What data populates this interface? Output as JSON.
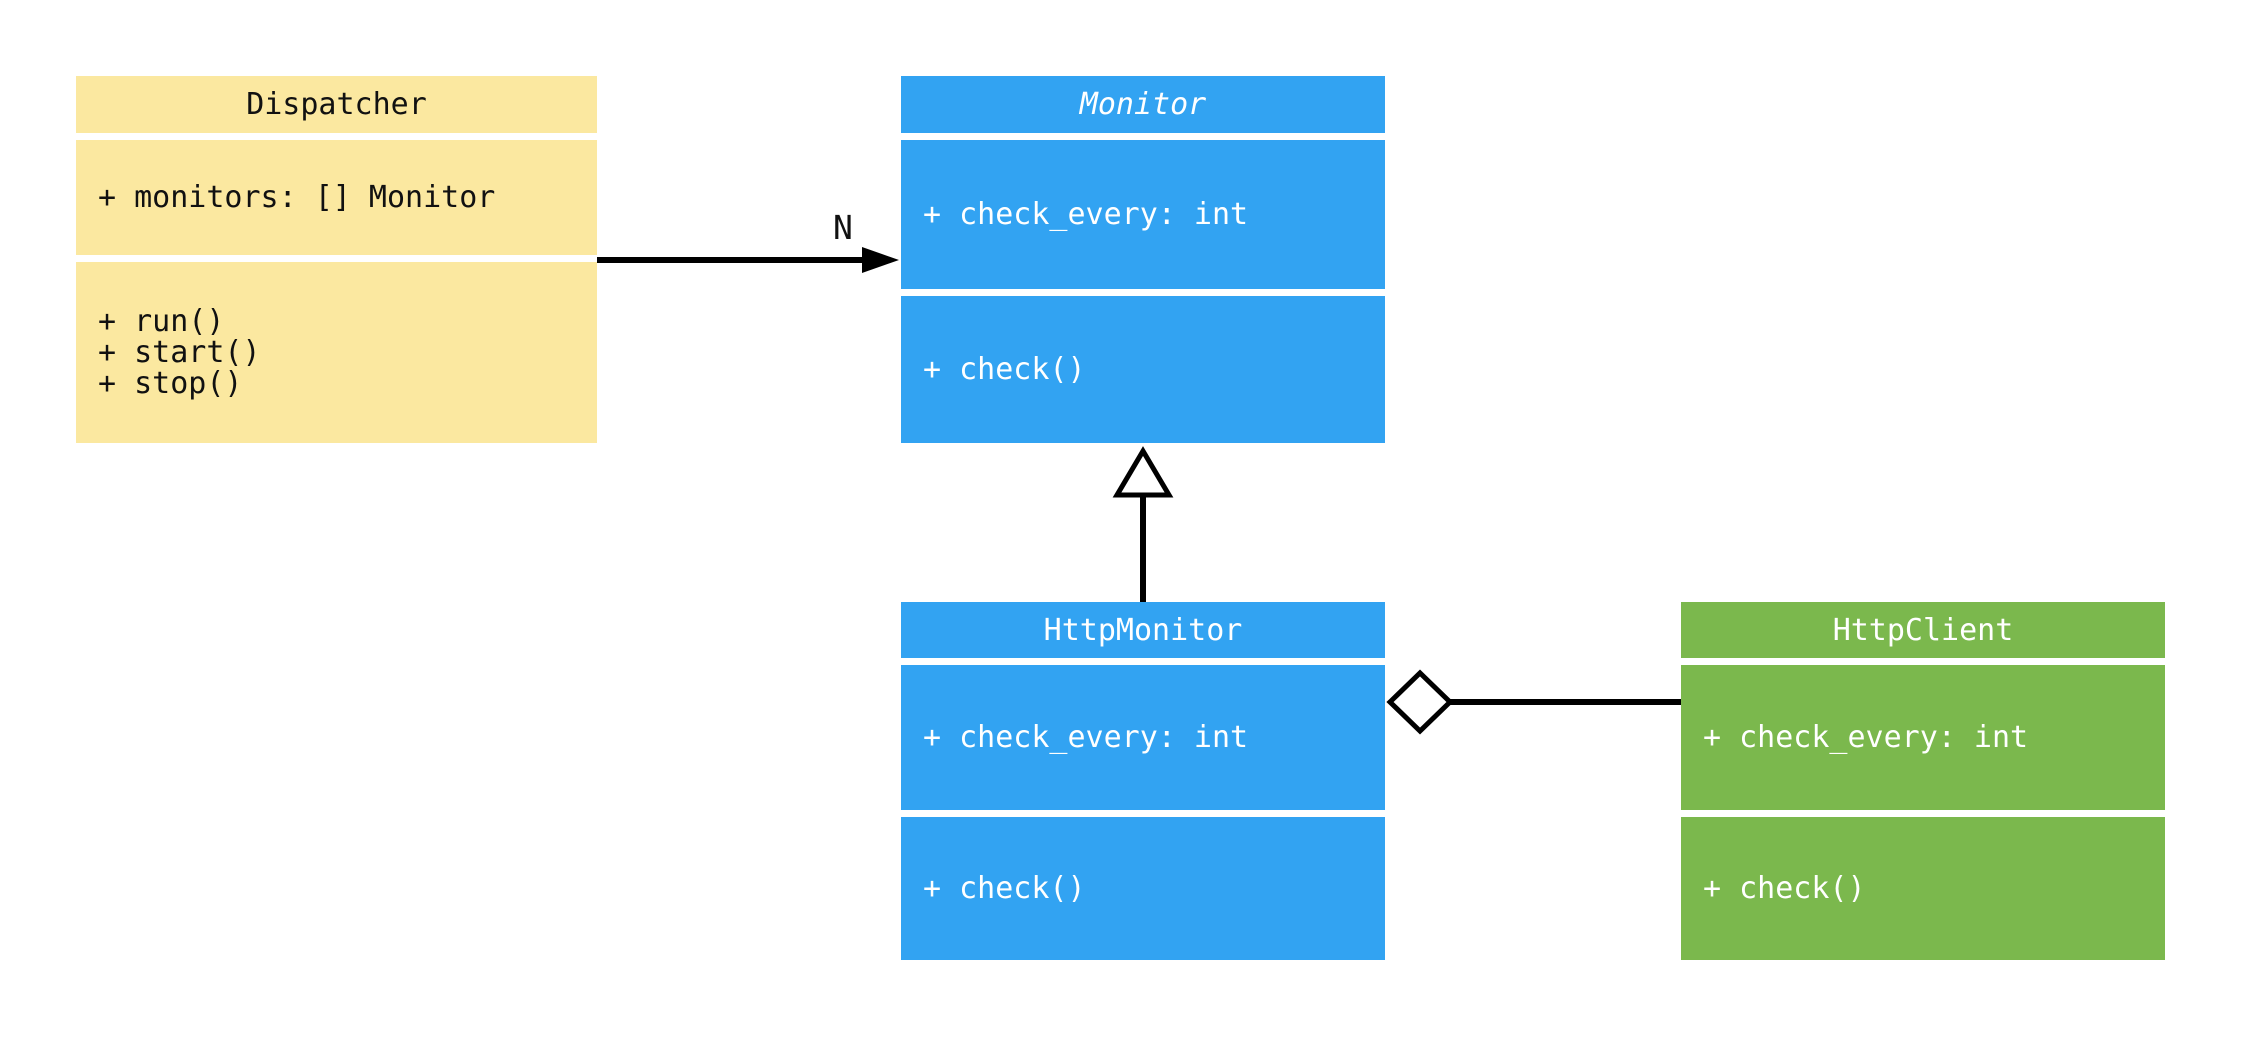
{
  "diagram": {
    "type": "uml-class-diagram",
    "background_color": "#ffffff",
    "colors": {
      "dispatcher_fill": "#FBE8A0",
      "monitor_fill": "#32A3F2",
      "http_monitor_fill": "#32A3F2",
      "http_client_fill": "#7BB84D",
      "dark_text": "#111111",
      "light_text": "#ffffff",
      "connector": "#000000"
    },
    "classes": [
      {
        "name": "Dispatcher",
        "abstract": false,
        "fill": "#FBE8A0",
        "attributes": [
          "+ monitors: [] Monitor"
        ],
        "methods": [
          "+ run()",
          "+ start()",
          "+ stop()"
        ]
      },
      {
        "name": "Monitor",
        "abstract": true,
        "fill": "#32A3F2",
        "attributes": [
          "+ check_every: int"
        ],
        "methods": [
          "+ check()"
        ]
      },
      {
        "name": "HttpMonitor",
        "abstract": false,
        "fill": "#32A3F2",
        "attributes": [
          "+ check_every: int"
        ],
        "methods": [
          "+ check()"
        ]
      },
      {
        "name": "HttpClient",
        "abstract": false,
        "fill": "#7BB84D",
        "attributes": [
          "+ check_every: int"
        ],
        "methods": [
          "+ check()"
        ]
      }
    ],
    "relations": [
      {
        "type": "association-arrow",
        "from": "Dispatcher",
        "to": "Monitor",
        "label": "N"
      },
      {
        "type": "inheritance",
        "from": "HttpMonitor",
        "to": "Monitor",
        "label": ""
      },
      {
        "type": "aggregation",
        "from": "HttpMonitor",
        "to": "HttpClient",
        "label": ""
      }
    ]
  }
}
